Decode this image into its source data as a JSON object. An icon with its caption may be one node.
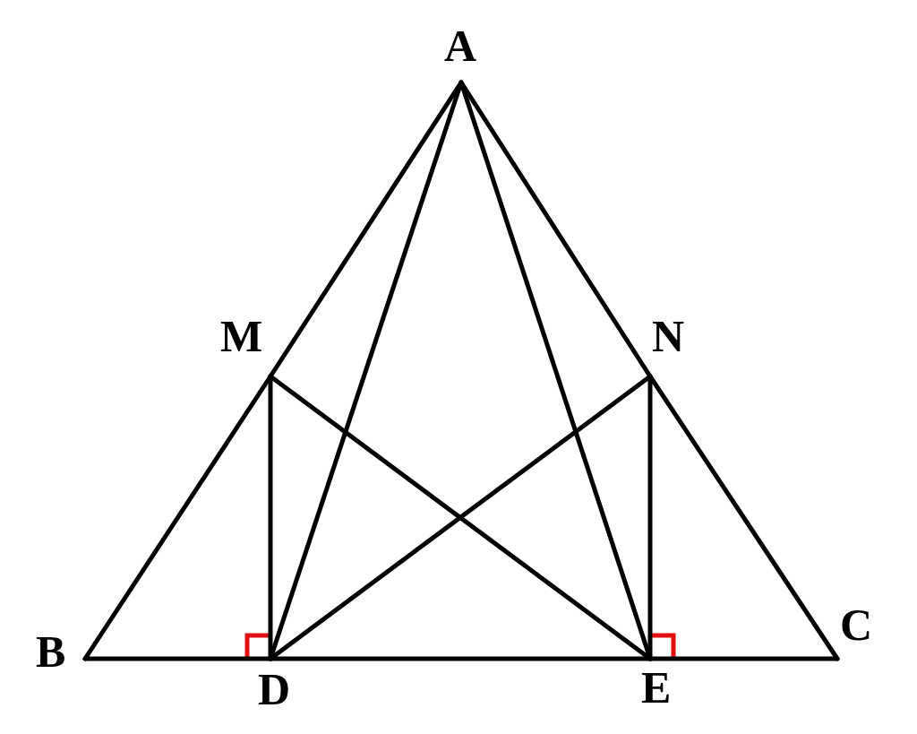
{
  "diagram": {
    "nodes": [
      {
        "text": [
          "A"
        ]
      },
      {
        "text": [
          "M"
        ]
      },
      {
        "text": [
          "N"
        ]
      },
      {
        "text": [
          "B"
        ]
      },
      {
        "text": [
          "C"
        ]
      },
      {
        "text": [
          "D"
        ]
      },
      {
        "text": [
          "E"
        ]
      }
    ],
    "edges": [
      {
        "from": 0,
        "to": 1,
        "arrow": "none"
      },
      {
        "from": 1,
        "to": 3,
        "arrow": "none"
      },
      {
        "from": 0,
        "to": 2,
        "arrow": "none"
      },
      {
        "from": 2,
        "to": 4,
        "arrow": "none"
      },
      {
        "from": 3,
        "to": 5,
        "arrow": "none"
      },
      {
        "from": 5,
        "to": 6,
        "arrow": "none"
      },
      {
        "from": 6,
        "to": 4,
        "arrow": "none"
      },
      {
        "from": 0,
        "to": 5,
        "arrow": "none"
      },
      {
        "from": 0,
        "to": 6,
        "arrow": "none"
      },
      {
        "from": 1,
        "to": 5,
        "arrow": "none"
      },
      {
        "from": 1,
        "to": 6,
        "arrow": "none"
      },
      {
        "from": 2,
        "to": 5,
        "arrow": "none"
      },
      {
        "from": 2,
        "to": 6,
        "arrow": "none"
      }
    ]
  }
}
